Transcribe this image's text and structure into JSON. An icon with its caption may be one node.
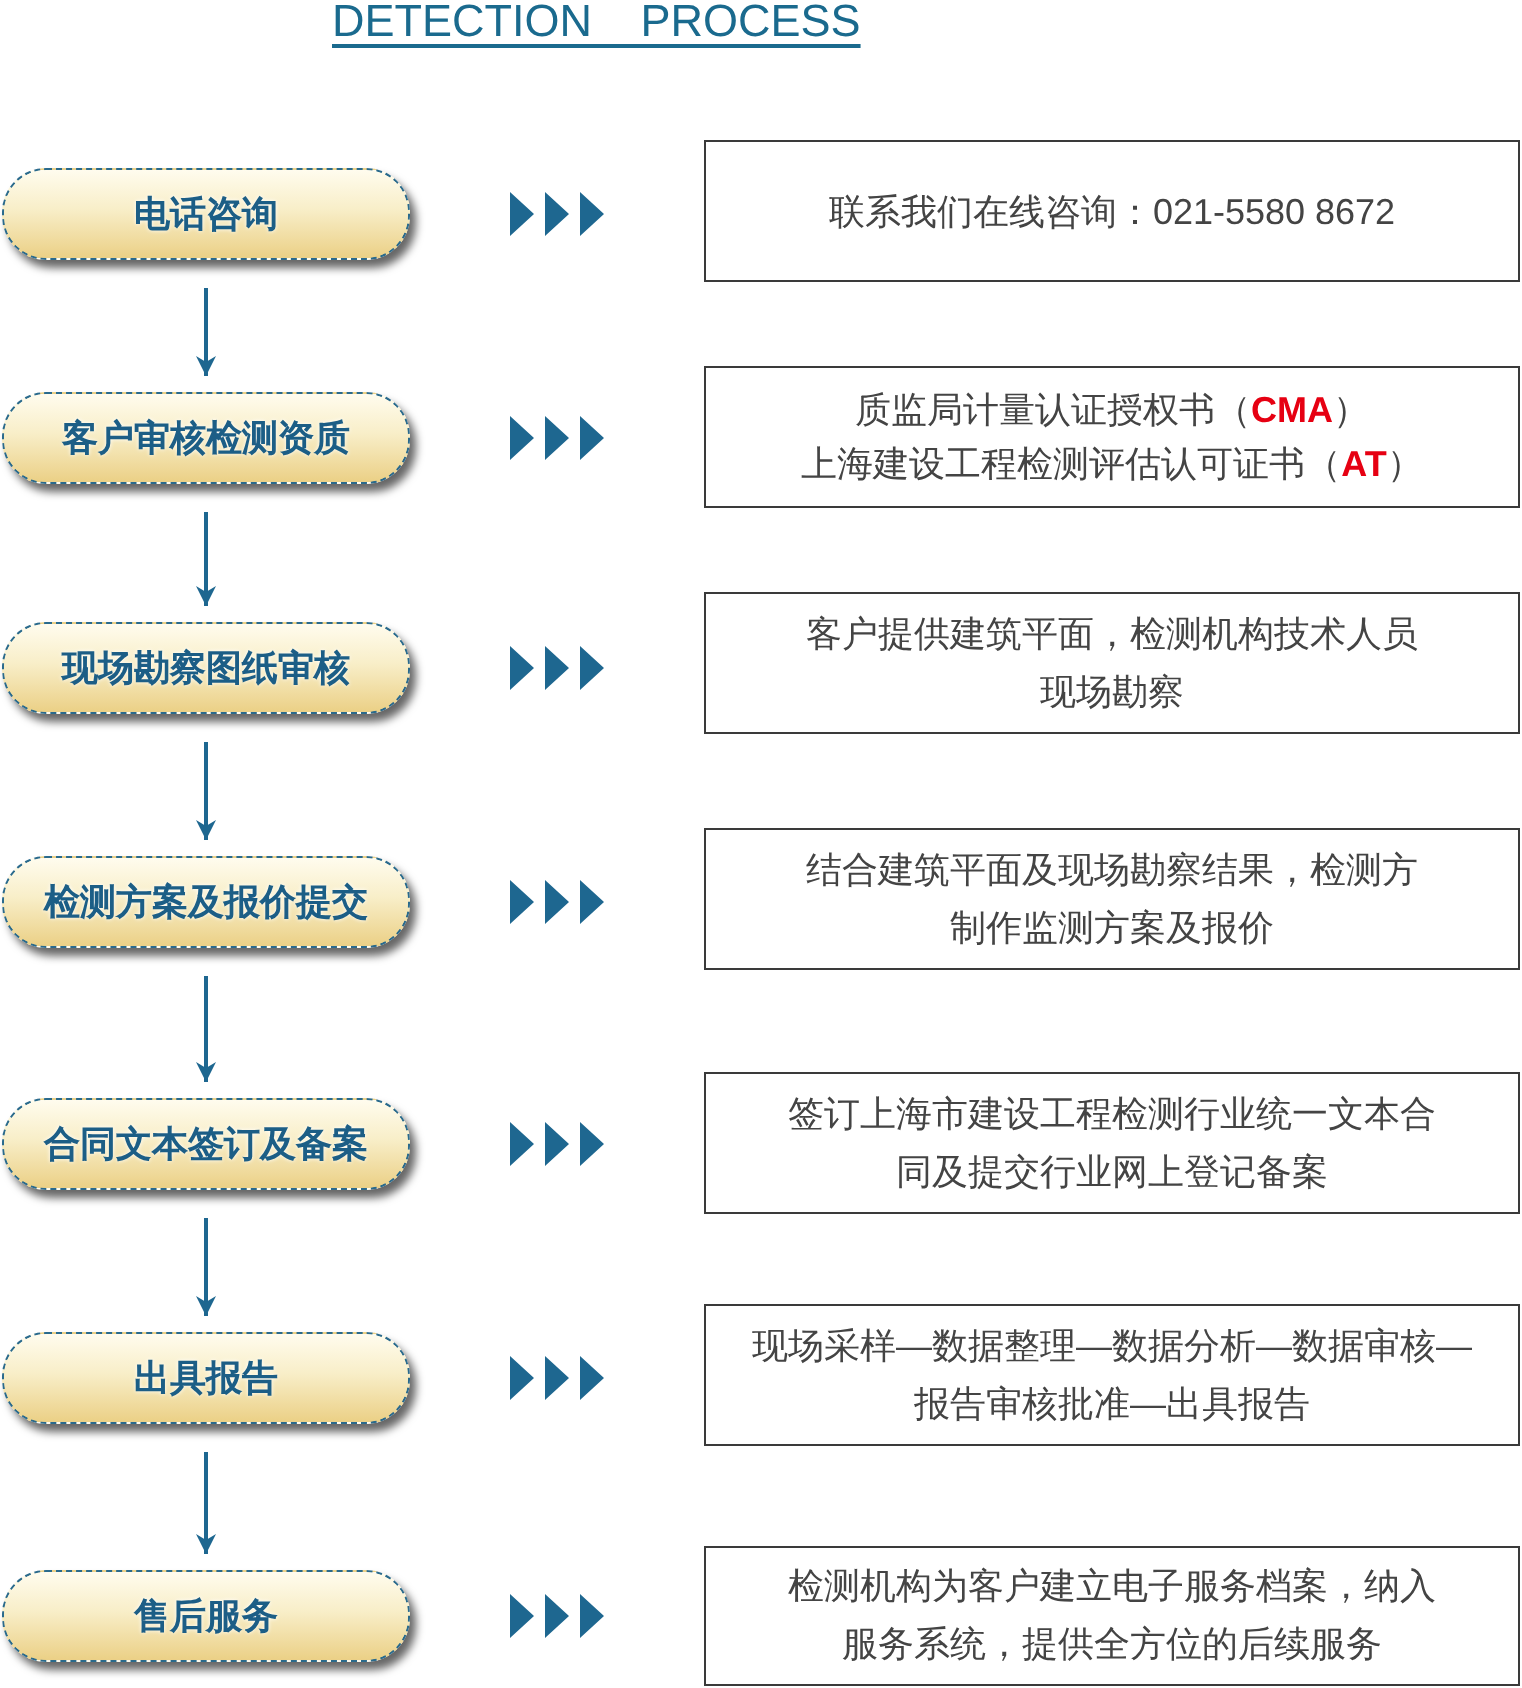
{
  "diagram": {
    "title": "DETECTION PROCESS",
    "nodes": [
      {
        "text": [
          "电话咨询"
        ]
      },
      {
        "text": [
          "联系我们在线咨询：021-5580 8672"
        ]
      },
      {
        "text": [
          "客户审核检测资质"
        ]
      },
      {
        "text": [
          "质监局计量认证授权书（**CMA**）",
          "上海建设工程检测评估认可证书（**AT**）"
        ]
      },
      {
        "text": [
          "现场勘察图纸审核"
        ]
      },
      {
        "text": [
          "客户提供建筑平面，检测机构技术人员现场勘察"
        ]
      },
      {
        "text": [
          "检测方案及报价提交"
        ]
      },
      {
        "text": [
          "结合建筑平面及现场勘察结果，检测方制作监测方案及报价"
        ]
      },
      {
        "text": [
          "合同文本签订及备案"
        ]
      },
      {
        "text": [
          "签订上海市建设工程检测行业统一文本合同及提交行业网上登记备案"
        ]
      },
      {
        "text": [
          "出具报告"
        ]
      },
      {
        "text": [
          "现场采样—数据整理—数据分析—数据审核—报告审核批准—出具报告"
        ]
      },
      {
        "text": [
          "售后服务"
        ]
      },
      {
        "text": [
          "检测机构为客户建立电子服务档案，纳入服务系统，提供全方位的后续服务"
        ]
      }
    ],
    "edges": [
      {
        "from": 0,
        "to": 1,
        "arrow": "to"
      },
      {
        "from": 0,
        "to": 2,
        "arrow": "to"
      },
      {
        "from": 2,
        "to": 3,
        "arrow": "to"
      },
      {
        "from": 2,
        "to": 4,
        "arrow": "to"
      },
      {
        "from": 4,
        "to": 5,
        "arrow": "to"
      },
      {
        "from": 4,
        "to": 6,
        "arrow": "to"
      },
      {
        "from": 6,
        "to": 7,
        "arrow": "to"
      },
      {
        "from": 6,
        "to": 8,
        "arrow": "to"
      },
      {
        "from": 8,
        "to": 9,
        "arrow": "to"
      },
      {
        "from": 8,
        "to": 10,
        "arrow": "to"
      },
      {
        "from": 10,
        "to": 11,
        "arrow": "to"
      },
      {
        "from": 10,
        "to": 12,
        "arrow": "to"
      },
      {
        "from": 12,
        "to": 13,
        "arrow": "to"
      }
    ]
  }
}
